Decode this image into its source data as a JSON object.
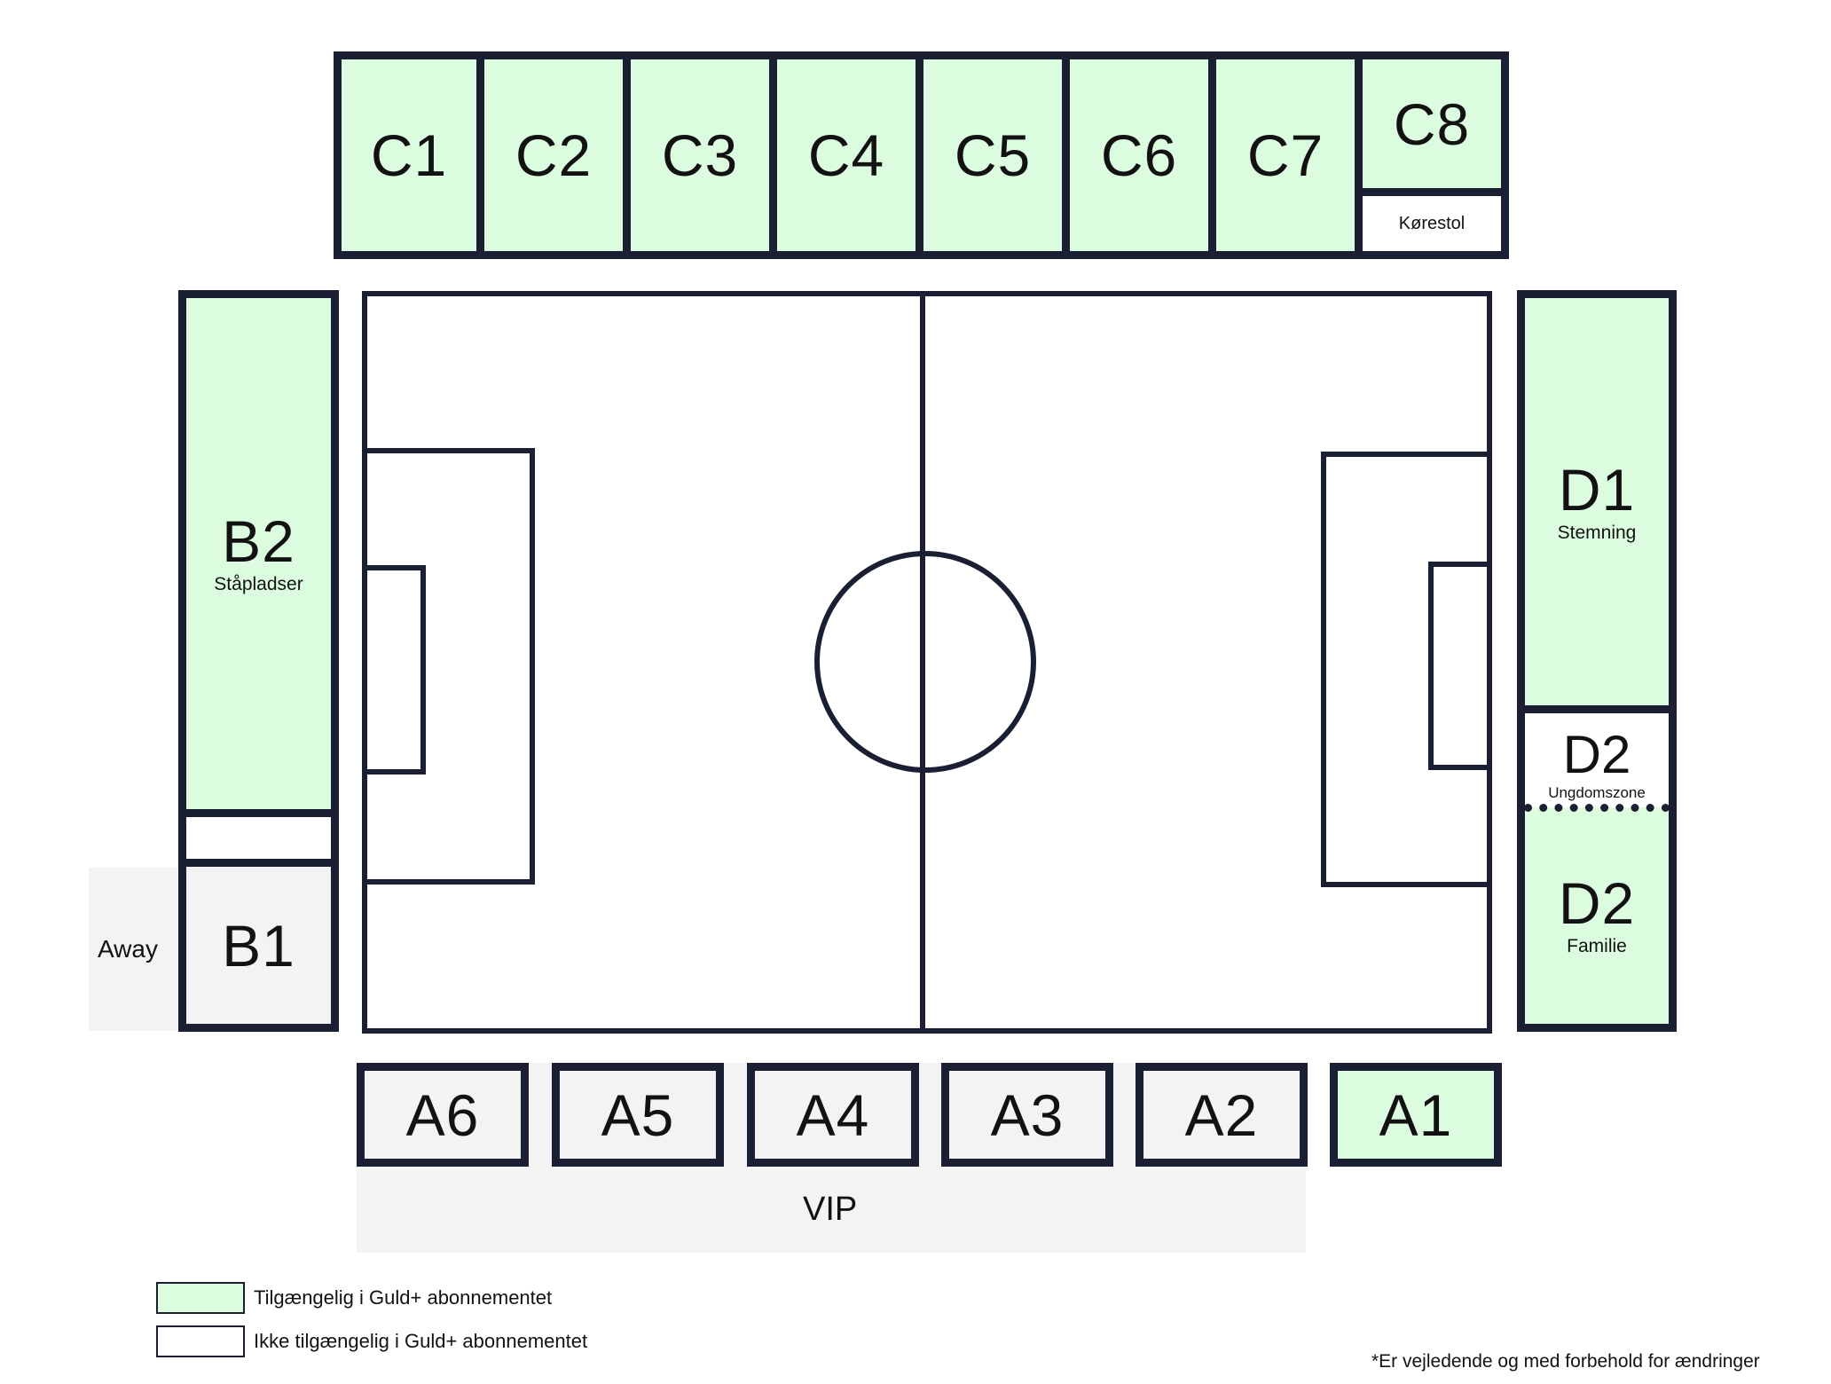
{
  "stand_c": {
    "sections": [
      "C1",
      "C2",
      "C3",
      "C4",
      "C5",
      "C6",
      "C7"
    ],
    "c8": {
      "label": "C8",
      "sub": "Kørestol"
    }
  },
  "stand_b": {
    "b2": {
      "label": "B2",
      "sub": "Ståpladser"
    },
    "b1": {
      "label": "B1"
    },
    "away_label": "Away"
  },
  "stand_d": {
    "d1": {
      "label": "D1",
      "sub": "Stemning"
    },
    "d2_youth": {
      "label": "D2",
      "sub": "Ungdomszone"
    },
    "d2_family": {
      "label": "D2",
      "sub": "Familie"
    }
  },
  "stand_a": {
    "sections": [
      "A6",
      "A5",
      "A4",
      "A3",
      "A2",
      "A1"
    ],
    "vip_label": "VIP"
  },
  "legend": {
    "available": "Tilgængelig i Guld+ abonnementet",
    "not_available": "Ikke tilgængelig i Guld+ abonnementet"
  },
  "footnote": "*Er vejledende og med forbehold for ændringer",
  "colors": {
    "available": "#dcfcdf",
    "not_available": "#ffffff",
    "zone": "#f3f3f3",
    "line": "#1b1f33"
  }
}
